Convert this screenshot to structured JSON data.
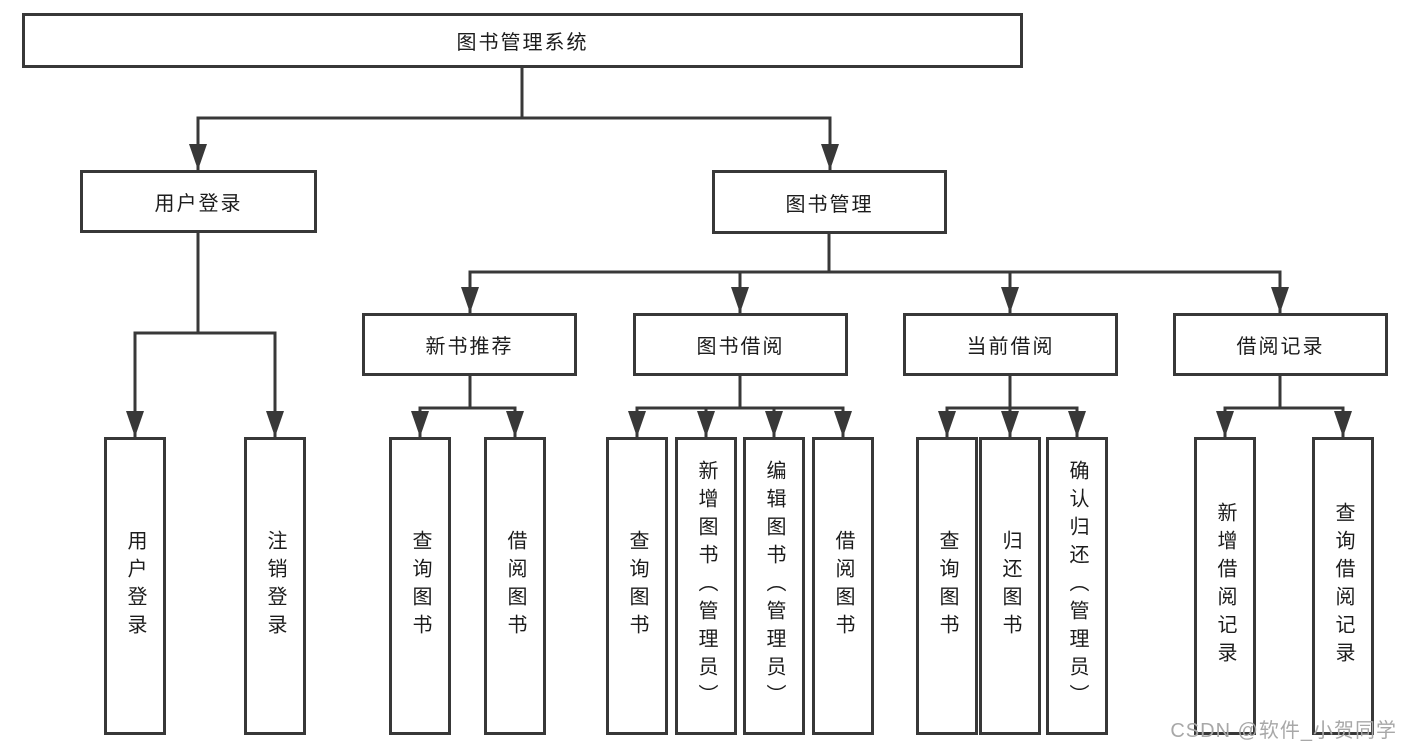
{
  "tree": {
    "label": "图书管理系统",
    "children": [
      {
        "label": "用户登录",
        "children": [
          {
            "label": "用户登录"
          },
          {
            "label": "注销登录"
          }
        ]
      },
      {
        "label": "图书管理",
        "children": [
          {
            "label": "新书推荐",
            "children": [
              {
                "label": "查询图书"
              },
              {
                "label": "借阅图书"
              }
            ]
          },
          {
            "label": "图书借阅",
            "children": [
              {
                "label": "查询图书"
              },
              {
                "label": "新增图书（管理员）"
              },
              {
                "label": "编辑图书（管理员）"
              },
              {
                "label": "借阅图书"
              }
            ]
          },
          {
            "label": "当前借阅",
            "children": [
              {
                "label": "查询图书"
              },
              {
                "label": "归还图书"
              },
              {
                "label": "确认归还（管理员）"
              }
            ]
          },
          {
            "label": "借阅记录",
            "children": [
              {
                "label": "新增借阅记录"
              },
              {
                "label": "查询借阅记录"
              }
            ]
          }
        ]
      }
    ]
  },
  "watermark": {
    "text": "CSDN @软件_小贺同学"
  },
  "colors": {
    "line": "#383838",
    "box_border": "#383838",
    "text": "#1c1c1c",
    "watermark": "#a8a8a8",
    "background": "#ffffff"
  }
}
